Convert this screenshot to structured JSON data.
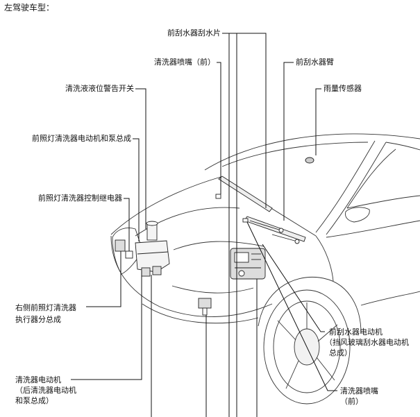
{
  "heading": "左驾驶车型：",
  "labels": {
    "wiper_blade": "前刮水器刮水片",
    "washer_nozzle_front_top": "清洗器喷嘴（前）",
    "wiper_arm": "前刮水器臂",
    "level_switch": "清洗液液位警告开关",
    "rain_sensor": "雨量传感器",
    "headlamp_washer_motor": "前照灯清洗器电动机和泵总成",
    "headlamp_washer_relay": "前照灯清洗器控制继电器",
    "headlamp_washer_actuator": [
      "右侧前照灯清洗器",
      "执行器分总成"
    ],
    "wiper_motor": [
      "前刮水器电动机",
      "（挡风玻璃刮水器电动机",
      "总成）"
    ],
    "washer_motor": [
      "清洗器电动机",
      "（后清洗器电动机",
      "和泵总成）"
    ],
    "washer_nozzle_front_bottom": [
      "清洗器喷嘴",
      "（前）"
    ]
  }
}
